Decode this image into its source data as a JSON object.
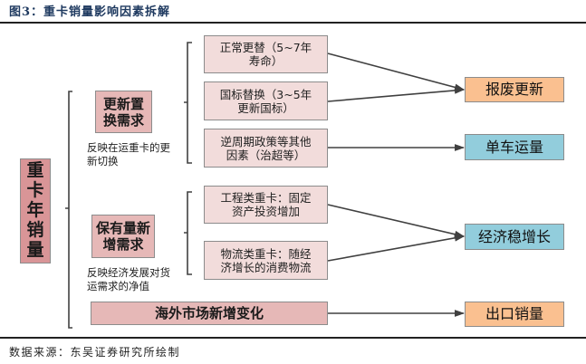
{
  "title": "图3：重卡销量影响因素拆解",
  "source": "数据来源：东吴证券研究所绘制",
  "root": {
    "label": "重卡年销量",
    "chars": [
      "重",
      "卡",
      "年",
      "销",
      "量"
    ]
  },
  "categories": [
    {
      "label_lines": [
        "更新置",
        "换需求"
      ],
      "note_lines": [
        "反映在运重卡的更",
        "新切换"
      ],
      "factors": [
        {
          "lines": [
            "正常更替（5~7年",
            "寿命）"
          ],
          "target": 0
        },
        {
          "lines": [
            "国标替换（3~5年",
            "更新国标）"
          ],
          "target": 0
        },
        {
          "lines": [
            "逆周期政策等其他",
            "因素（治超等）"
          ],
          "target": 1
        }
      ]
    },
    {
      "label_lines": [
        "保有量新",
        "增需求"
      ],
      "note_lines": [
        "反映经济发展对货",
        "运需求的净值"
      ],
      "factors": [
        {
          "lines": [
            "工程类重卡：固定",
            "资产投资增加"
          ],
          "target": 2
        },
        {
          "lines": [
            "物流类重卡：随经",
            "济增长的消费物流"
          ],
          "target": 2
        }
      ]
    },
    {
      "label": "海外市场新增变化",
      "target": 3
    }
  ],
  "outcomes": [
    {
      "label": "报废更新",
      "color": "#fac090"
    },
    {
      "label": "单车运量",
      "color": "#92cddc"
    },
    {
      "label": "经济稳增长",
      "color": "#92cddc"
    },
    {
      "label": "出口销量",
      "color": "#fac090"
    }
  ],
  "colors": {
    "root_fill": "#d99597",
    "category_fill": "#e6b8b7",
    "factor_fill": "#f2dcdb",
    "outcome_orange": "#fac090",
    "outcome_blue": "#92cddc",
    "connector": "#404040"
  }
}
